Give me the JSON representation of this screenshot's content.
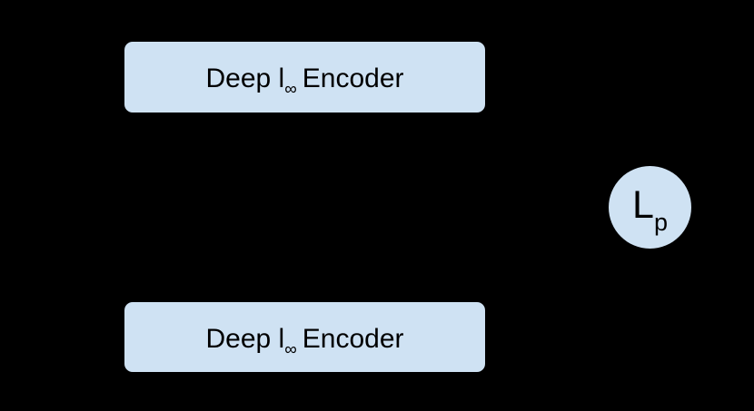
{
  "colors": {
    "background": "#000000",
    "shape_fill": "#cfe2f3",
    "text": "#000000"
  },
  "diagram": {
    "encoder_top": {
      "label_main": "Deep l",
      "label_subscript": "∞",
      "label_tail": "Encoder"
    },
    "encoder_bottom": {
      "label_main": "Deep l",
      "label_subscript": "∞",
      "label_tail": "Encoder"
    },
    "loss_node": {
      "label_main": "L",
      "label_subscript": "p"
    }
  }
}
